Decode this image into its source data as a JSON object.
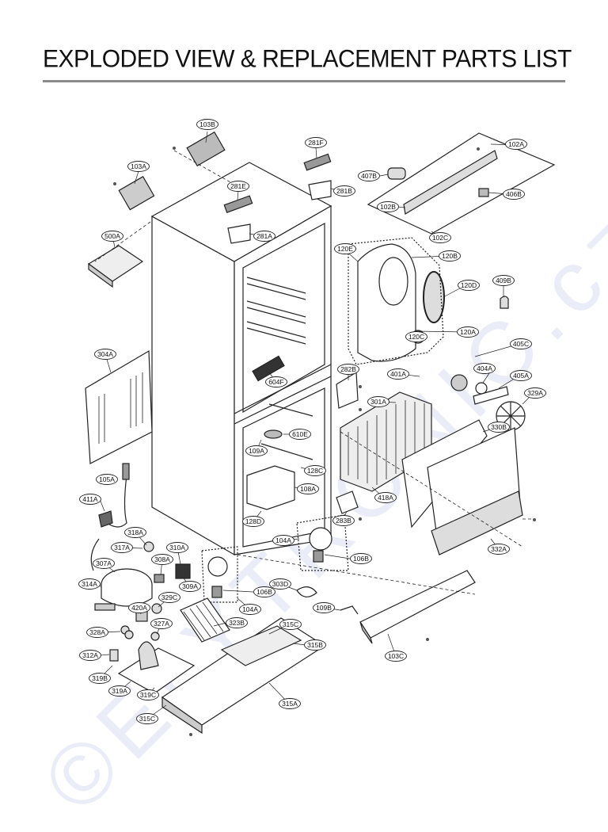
{
  "title": "EXPLODED VIEW & REPLACEMENT PARTS LIST",
  "watermark": "©ELYTRONIC.cz",
  "parts": [
    {
      "id": "p103B",
      "label": "103B"
    },
    {
      "id": "p103A",
      "label": "103A"
    },
    {
      "id": "p281F",
      "label": "281F"
    },
    {
      "id": "p281E",
      "label": "281E"
    },
    {
      "id": "p281B",
      "label": "281B"
    },
    {
      "id": "p281A",
      "label": "281A"
    },
    {
      "id": "p102A",
      "label": "102A"
    },
    {
      "id": "p407B",
      "label": "407B"
    },
    {
      "id": "p406B",
      "label": "406B"
    },
    {
      "id": "p102B",
      "label": "102B"
    },
    {
      "id": "p102C",
      "label": "102C"
    },
    {
      "id": "p500A",
      "label": "500A"
    },
    {
      "id": "p120E",
      "label": "120E"
    },
    {
      "id": "p120B",
      "label": "120B"
    },
    {
      "id": "p120D",
      "label": "120D"
    },
    {
      "id": "p409B",
      "label": "409B"
    },
    {
      "id": "p120A",
      "label": "120A"
    },
    {
      "id": "p120C",
      "label": "120C"
    },
    {
      "id": "p405C",
      "label": "405C"
    },
    {
      "id": "p304A",
      "label": "304A"
    },
    {
      "id": "p282B",
      "label": "282B"
    },
    {
      "id": "p401A",
      "label": "401A"
    },
    {
      "id": "p404A",
      "label": "404A"
    },
    {
      "id": "p405A",
      "label": "405A"
    },
    {
      "id": "p604F",
      "label": "604F"
    },
    {
      "id": "p329A",
      "label": "329A"
    },
    {
      "id": "p301A",
      "label": "301A"
    },
    {
      "id": "p610E",
      "label": "610E"
    },
    {
      "id": "p330B",
      "label": "330B"
    },
    {
      "id": "p109A",
      "label": "109A"
    },
    {
      "id": "p128C",
      "label": "128C"
    },
    {
      "id": "p105A",
      "label": "105A"
    },
    {
      "id": "p108A",
      "label": "108A"
    },
    {
      "id": "p418A",
      "label": "418A"
    },
    {
      "id": "p411A",
      "label": "411A"
    },
    {
      "id": "p128D",
      "label": "128D"
    },
    {
      "id": "p283B",
      "label": "283B"
    },
    {
      "id": "p318A",
      "label": "318A"
    },
    {
      "id": "p104A_1",
      "label": "104A"
    },
    {
      "id": "p317A",
      "label": "317A"
    },
    {
      "id": "p310A",
      "label": "310A"
    },
    {
      "id": "p106B_1",
      "label": "106B"
    },
    {
      "id": "p332A",
      "label": "332A"
    },
    {
      "id": "p307A",
      "label": "307A"
    },
    {
      "id": "p308A",
      "label": "308A"
    },
    {
      "id": "p309A",
      "label": "309A"
    },
    {
      "id": "p314A",
      "label": "314A"
    },
    {
      "id": "p106B_2",
      "label": "106B"
    },
    {
      "id": "p303D",
      "label": "303D"
    },
    {
      "id": "p329C",
      "label": "329C"
    },
    {
      "id": "p420A",
      "label": "420A"
    },
    {
      "id": "p104A_2",
      "label": "104A"
    },
    {
      "id": "p109B",
      "label": "109B"
    },
    {
      "id": "p327A",
      "label": "327A"
    },
    {
      "id": "p323B",
      "label": "323B"
    },
    {
      "id": "p328A",
      "label": "328A"
    },
    {
      "id": "p315C_1",
      "label": "315C"
    },
    {
      "id": "p315B",
      "label": "315B"
    },
    {
      "id": "p312A",
      "label": "312A"
    },
    {
      "id": "p103C",
      "label": "103C"
    },
    {
      "id": "p319B",
      "label": "319B"
    },
    {
      "id": "p319A",
      "label": "319A"
    },
    {
      "id": "p319C",
      "label": "319C"
    },
    {
      "id": "p315A",
      "label": "315A"
    },
    {
      "id": "p315C_2",
      "label": "315C"
    }
  ]
}
